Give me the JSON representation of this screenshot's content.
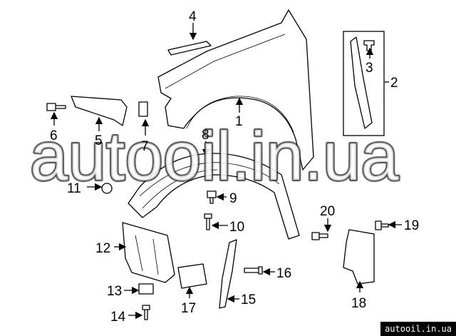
{
  "watermark": "autooil.in.ua",
  "footer_url": "autooil.in.ua",
  "callouts": {
    "n1": "1",
    "n2": "2",
    "n3": "3",
    "n4": "4",
    "n5": "5",
    "n6": "6",
    "n7": "7",
    "n8": "8",
    "n9": "9",
    "n10": "10",
    "n11": "11",
    "n12": "12",
    "n13": "13",
    "n14": "14",
    "n15": "15",
    "n16": "16",
    "n17": "17",
    "n18": "18",
    "n19": "19",
    "n20": "20"
  }
}
